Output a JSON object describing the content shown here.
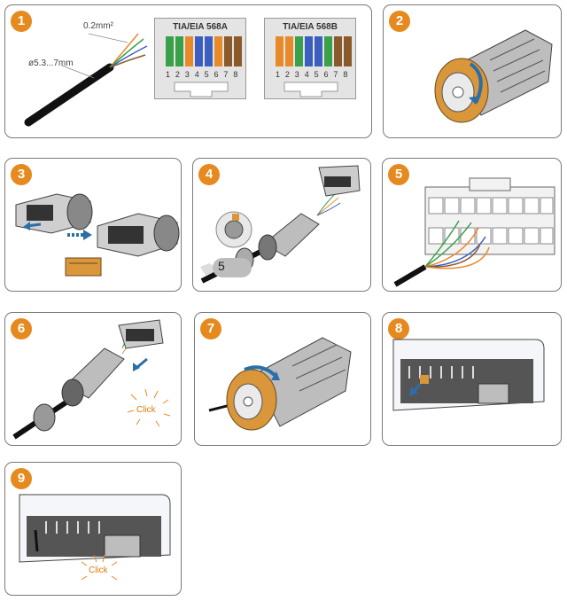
{
  "steps": [
    {
      "number": "1"
    },
    {
      "number": "2"
    },
    {
      "number": "3"
    },
    {
      "number": "4"
    },
    {
      "number": "5"
    },
    {
      "number": "6"
    },
    {
      "number": "7"
    },
    {
      "number": "8"
    },
    {
      "number": "9"
    }
  ],
  "step1": {
    "wire_size_label": "0.2mm²",
    "cable_diameter_label": "ø5.3...7mm",
    "standard_a": "TIA/EIA 568A",
    "standard_b": "TIA/EIA 568B",
    "pin_numbers": "1 2 3 4 5 6 7 8"
  },
  "step4": {
    "part_label": "5"
  },
  "step6": {
    "click_label": "Click"
  },
  "step9": {
    "click_label": "Click"
  },
  "colors": {
    "badge": "#e6891e",
    "nut_orange": "#d9963a",
    "connector_grey": "#9a9a9a",
    "arrow_blue": "#2a6fa8",
    "wire_green": "#3aa04a",
    "wire_orange": "#e88a2a",
    "wire_blue": "#3a5fc0",
    "wire_brown": "#8a5a2a"
  }
}
